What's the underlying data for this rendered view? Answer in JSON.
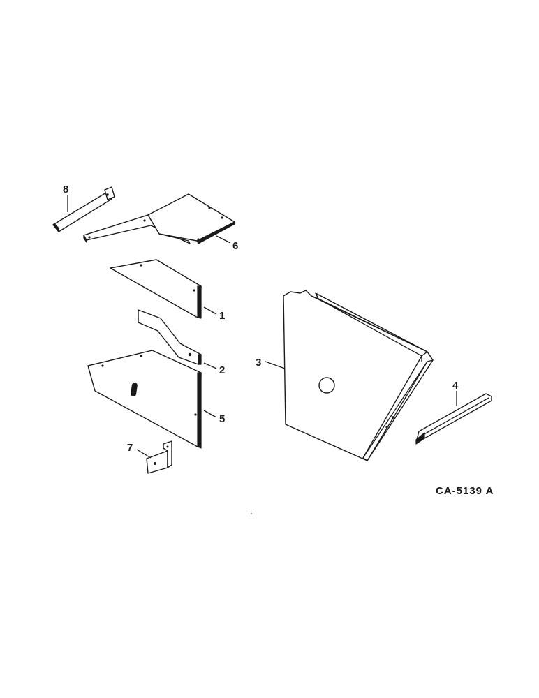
{
  "callouts": {
    "c1": "1",
    "c2": "2",
    "c3": "3",
    "c4": "4",
    "c5": "5",
    "c6": "6",
    "c7": "7",
    "c8": "8"
  },
  "drawing_code": "CA-5139 A"
}
